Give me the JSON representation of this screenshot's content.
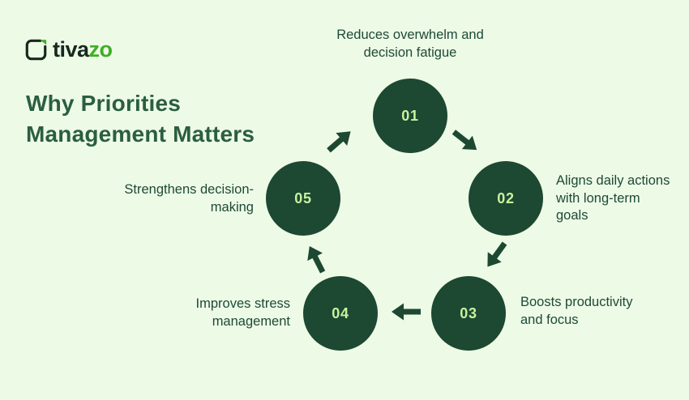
{
  "brand": {
    "name_dark": "tiva",
    "name_accent": "zo"
  },
  "title": "Why Priorities Management Matters",
  "colors": {
    "background": "#edfae6",
    "circle_fill": "#1d4832",
    "step_number": "#c9f29e",
    "title_text": "#2b5e41",
    "label_text": "#1d4a38",
    "brand_dark": "#15291d",
    "brand_accent": "#3fae27",
    "arrow": "#1d4832"
  },
  "cycle": {
    "steps": [
      {
        "number": "01",
        "label": "Reduces overwhelm and\ndecision fatigue"
      },
      {
        "number": "02",
        "label": "Aligns daily actions\nwith long-term\ngoals"
      },
      {
        "number": "03",
        "label": "Boosts productivity\nand focus"
      },
      {
        "number": "04",
        "label": "Improves stress\nmanagement"
      },
      {
        "number": "05",
        "label": "Strengthens decision-\nmaking"
      }
    ],
    "arrows": [
      {
        "from": "01",
        "to": "02"
      },
      {
        "from": "02",
        "to": "03"
      },
      {
        "from": "03",
        "to": "04"
      },
      {
        "from": "04",
        "to": "05"
      },
      {
        "from": "05",
        "to": "01"
      }
    ]
  }
}
